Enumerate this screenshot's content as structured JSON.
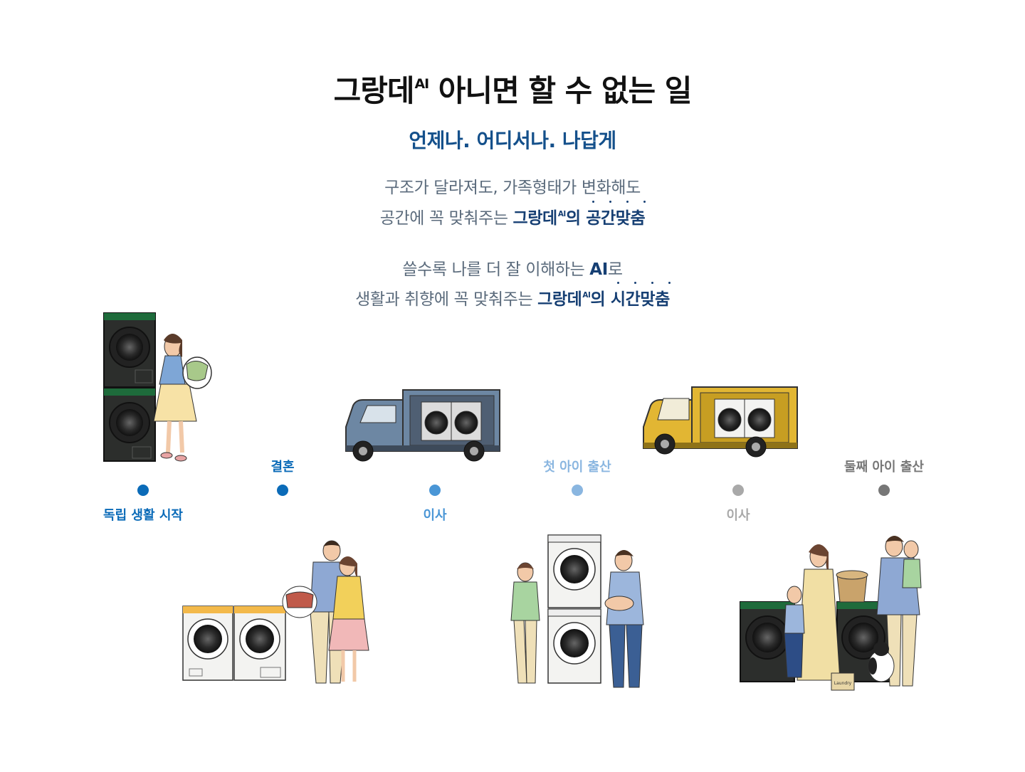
{
  "headline": {
    "prefix": "그랑데",
    "sup": "AI",
    "suffix": " 아니면 할 수 없는 일"
  },
  "subhead": "언제나. 어디서나. 나답게",
  "paragraph1": {
    "line1": "구조가 달라져도, 가족형태가 변화해도",
    "line2_plain": "공간에 꼭 맞춰주는 ",
    "line2_brand": "그랑데",
    "line2_sup": "AI",
    "line2_of": "의 ",
    "line2_emph": "공간맞춤"
  },
  "paragraph2": {
    "line1_plain": "쓸수록 나를 더 잘 이해하는 ",
    "line1_ai": "AI",
    "line1_end": "로",
    "line2_plain": "생활과 취향에 꼭 맞춰주는 ",
    "line2_brand": "그랑데",
    "line2_sup": "AI",
    "line2_of": "의 ",
    "line2_emph": "시간맞춤"
  },
  "timeline": {
    "milestones": [
      {
        "label": "독립 생활 시작",
        "position": "below",
        "color": "#0b6bb8"
      },
      {
        "label": "결혼",
        "position": "above",
        "color": "#0b6bb8"
      },
      {
        "label": "이사",
        "position": "below",
        "color": "#4a96d6"
      },
      {
        "label": "첫 아이 출산",
        "position": "above",
        "color": "#8ab6e0"
      },
      {
        "label": "이사",
        "position": "below",
        "color": "#a9a9a9"
      },
      {
        "label": "둘째 아이 출산",
        "position": "above",
        "color": "#777777"
      }
    ]
  },
  "illustrations": {
    "truck_blue_color": "#6d87a3",
    "truck_yellow_color": "#e2b633",
    "machine_dark": "#2c2e2c",
    "machine_white": "#f3f3f1",
    "accent_green": "#1e6b3b",
    "accent_yellow": "#f3b94a",
    "box_text": "Laundry"
  },
  "colors": {
    "brand_blue": "#14508b",
    "text_gray": "#5b6b7c"
  }
}
